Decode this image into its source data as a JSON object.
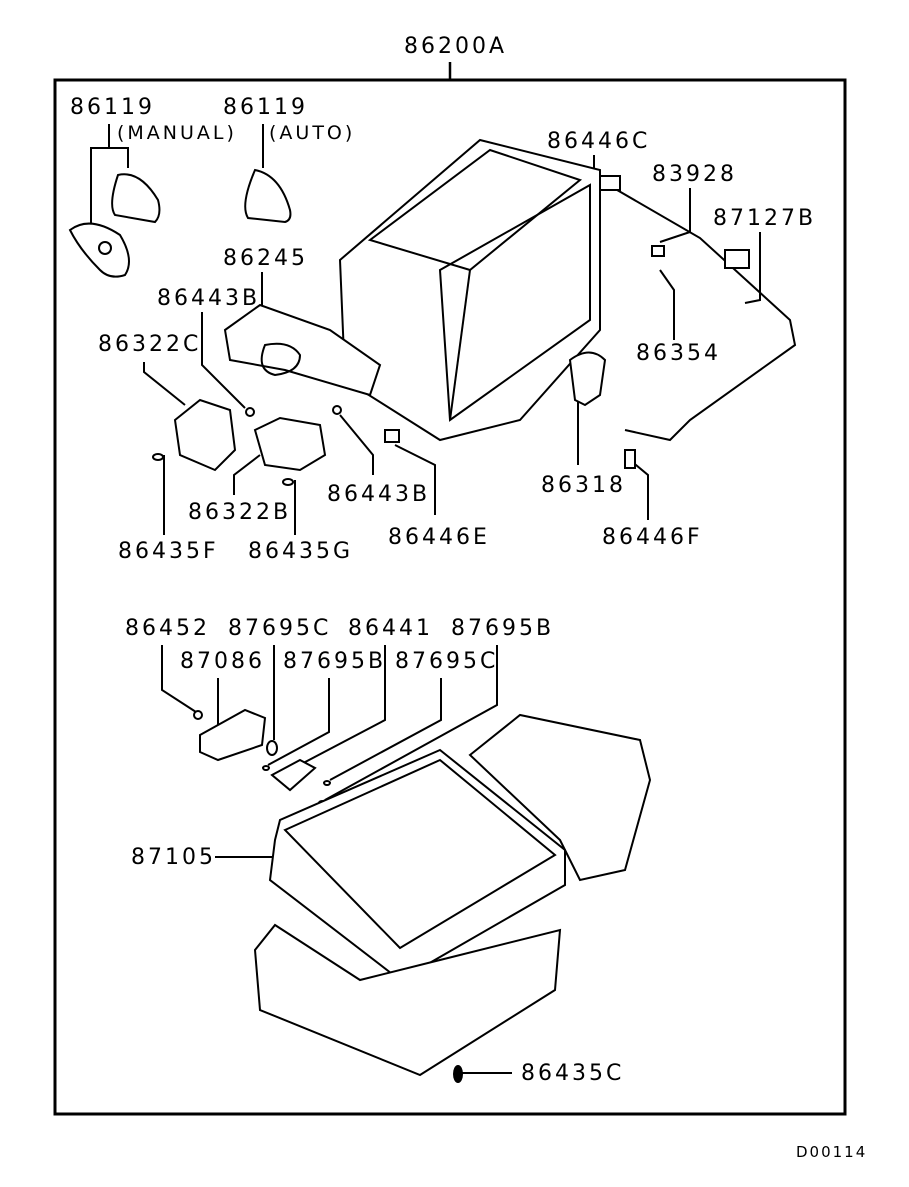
{
  "diagram": {
    "assembly_label": "86200A",
    "drawing_code": "D00114",
    "callouts": [
      {
        "id": "86119-manual",
        "part": "86119",
        "note": "(MANUAL)"
      },
      {
        "id": "86119-auto",
        "part": "86119",
        "note": "(AUTO)"
      },
      {
        "id": "86446C",
        "part": "86446C"
      },
      {
        "id": "83928",
        "part": "83928"
      },
      {
        "id": "87127B",
        "part": "87127B"
      },
      {
        "id": "86245",
        "part": "86245"
      },
      {
        "id": "86443B-top",
        "part": "86443B"
      },
      {
        "id": "86322C",
        "part": "86322C"
      },
      {
        "id": "86354",
        "part": "86354"
      },
      {
        "id": "86318",
        "part": "86318"
      },
      {
        "id": "86443B-mid",
        "part": "86443B"
      },
      {
        "id": "86322B",
        "part": "86322B"
      },
      {
        "id": "86435F",
        "part": "86435F"
      },
      {
        "id": "86435G",
        "part": "86435G"
      },
      {
        "id": "86446E",
        "part": "86446E"
      },
      {
        "id": "86446F",
        "part": "86446F"
      },
      {
        "id": "86452",
        "part": "86452"
      },
      {
        "id": "87695C-a",
        "part": "87695C"
      },
      {
        "id": "86441",
        "part": "86441"
      },
      {
        "id": "87695B-a",
        "part": "87695B"
      },
      {
        "id": "87086",
        "part": "87086"
      },
      {
        "id": "87695B-b",
        "part": "87695B"
      },
      {
        "id": "87695C-b",
        "part": "87695C"
      },
      {
        "id": "87105",
        "part": "87105"
      },
      {
        "id": "86435C",
        "part": "86435C"
      }
    ]
  }
}
